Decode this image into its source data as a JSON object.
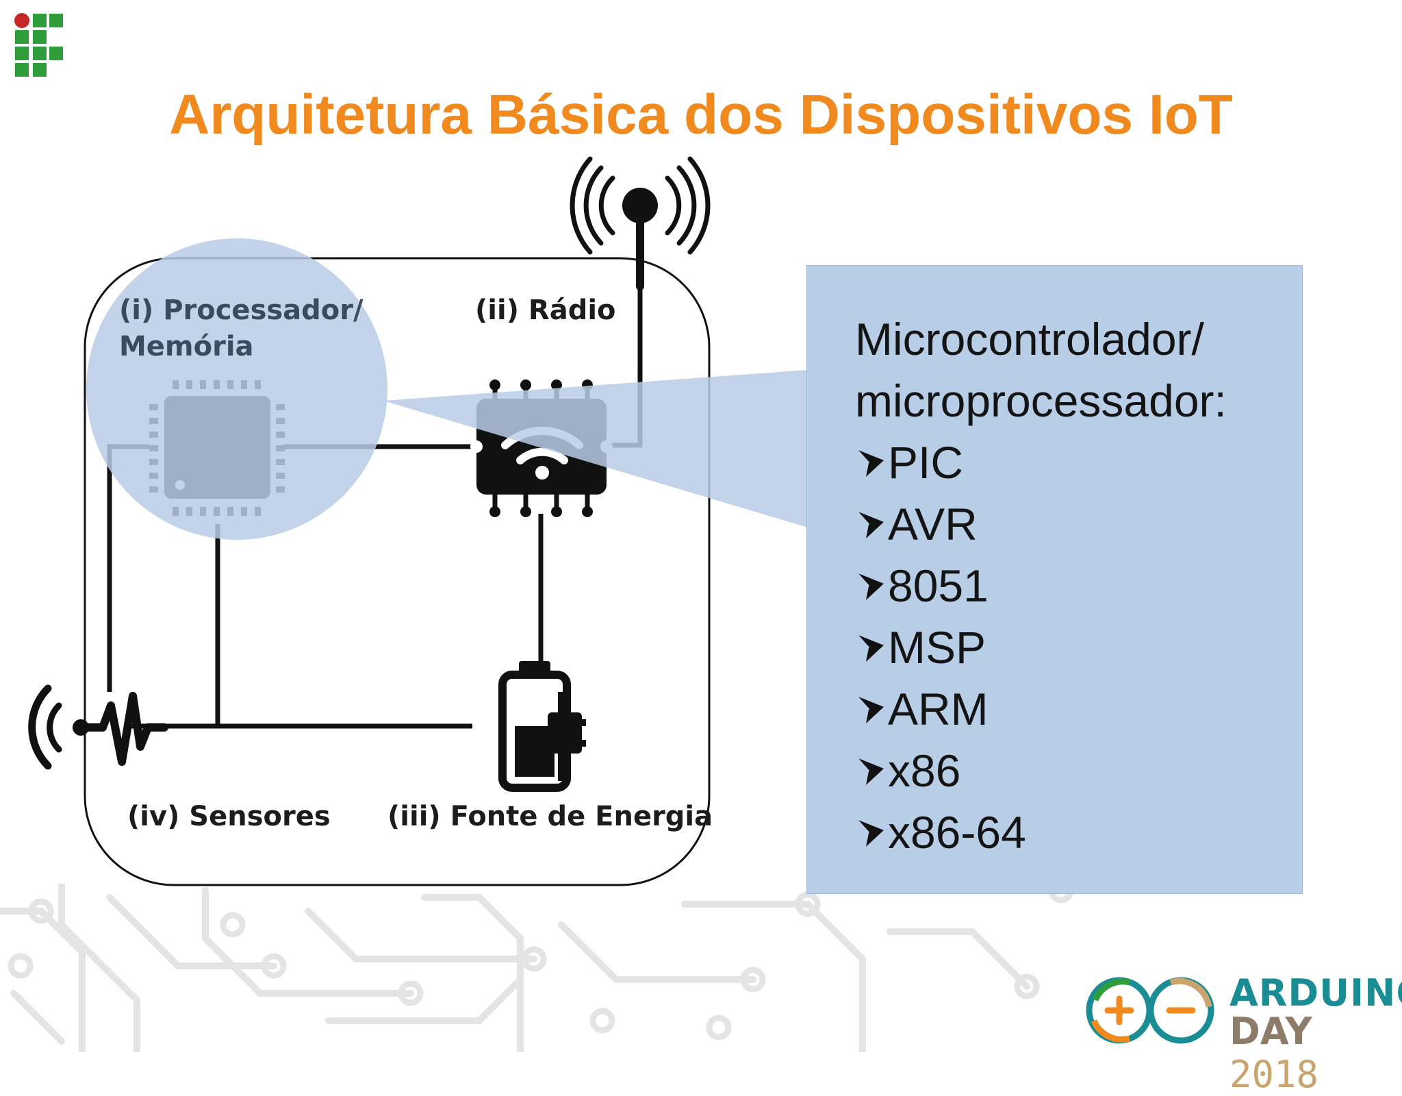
{
  "slide": {
    "title": "Arquitetura Básica dos Dispositivos IoT"
  },
  "diagram": {
    "labels": {
      "processor_line1": "(i) Processador/",
      "processor_line2": "Memória",
      "radio": "(ii) Rádio",
      "power": "(iii) Fonte de Energia",
      "sensors": "(iv) Sensores"
    },
    "highlight_color": "#b8cde6"
  },
  "callout": {
    "heading_line1": "Microcontrolador/",
    "heading_line2": "microprocessador:",
    "items": [
      "PIC",
      "AVR",
      "8051",
      "MSP",
      "ARM",
      "x86",
      "x86-64"
    ]
  },
  "branding": {
    "event_line1": "ARDUINO",
    "event_day": "DAY",
    "event_year": "2018",
    "accent_color": "#f0891e",
    "logo_green": "#2f9e3a",
    "logo_red": "#c62828"
  }
}
